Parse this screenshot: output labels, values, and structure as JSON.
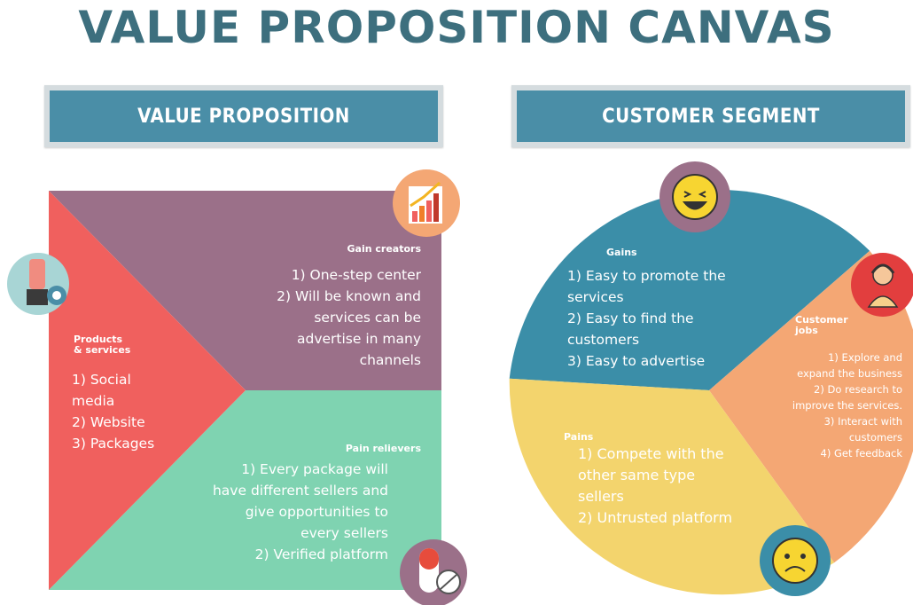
{
  "title": "VALUE PROPOSITION CANVAS",
  "value_proposition": {
    "heading": "VALUE PROPOSITION",
    "gain_creators": {
      "label": "Gain creators",
      "lines": [
        "1) One-step center",
        "2) Will be known and",
        "services can be",
        "advertise in many",
        "channels"
      ]
    },
    "products_services": {
      "label_line1": "Products",
      "label_line2": "& services",
      "lines": [
        "1) Social",
        "media",
        "2) Website",
        "3) Packages"
      ]
    },
    "pain_relievers": {
      "label": "Pain relievers",
      "lines": [
        "1) Every  package will",
        "have different sellers and",
        "give opportunities to",
        "every sellers",
        "2) Verified platform"
      ]
    }
  },
  "customer_segment": {
    "heading": "CUSTOMER SEGMENT",
    "gains": {
      "label": "Gains",
      "lines": [
        "1) Easy to promote the",
        "services",
        "2) Easy to find the",
        "customers",
        "3) Easy to advertise"
      ]
    },
    "customer_jobs": {
      "label_line1": "Customer",
      "label_line2": "jobs",
      "lines": [
        "1) Explore and",
        "expand the business",
        "2) Do research to",
        "improve the services.",
        "3) Interact with",
        "customers",
        "4) Get feedback"
      ]
    },
    "pains": {
      "label": "Pains",
      "lines": [
        "1) Compete with the",
        "other same type",
        "sellers",
        "2) Untrusted platform"
      ]
    }
  },
  "colors": {
    "title": "#3d6f7e",
    "banner": "#4a8ea7",
    "gain_creators": "#9b7089",
    "products_services": "#f0605e",
    "pain_relievers": "#7fd3b1",
    "gains": "#3b8ea8",
    "customer_jobs": "#f4a774",
    "pains": "#f3d46d"
  }
}
